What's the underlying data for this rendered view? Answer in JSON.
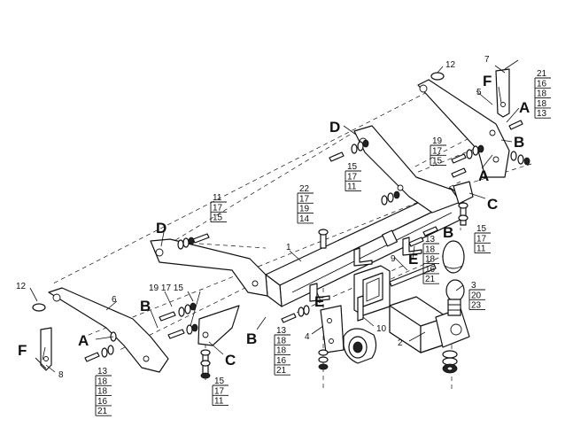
{
  "parts": {
    "p1": "1",
    "p2": "2",
    "p3": "3",
    "p4": "4",
    "p5": "5",
    "p6": "6",
    "p7": "7",
    "p8": "8",
    "p9": "9",
    "p10": "10",
    "p12a": "12",
    "p12b": "12"
  },
  "letters": {
    "A": "A",
    "B": "B",
    "C": "C",
    "D": "D",
    "E": "E",
    "F": "F"
  },
  "stacks": {
    "s_top_right": [
      "21",
      "16",
      "18",
      "18",
      "13"
    ],
    "s_19_17_15": [
      "19",
      "17",
      "15"
    ],
    "s_15_17_11_mid": [
      "15",
      "17",
      "11"
    ],
    "s_11_17_15": [
      "11",
      "17",
      "15"
    ],
    "s_22_17_19_14": [
      "22",
      "17",
      "19",
      "14"
    ],
    "s_15_17_11_right": [
      "15",
      "17",
      "11"
    ],
    "s_13_18_18_16_21_right": [
      "13",
      "18",
      "18",
      "16",
      "21"
    ],
    "s_3_20_23": [
      "3",
      "20",
      "23"
    ],
    "s_13_18_18_16_21_mid": [
      "13",
      "18",
      "18",
      "16",
      "21"
    ],
    "s_13_18_18_16_21_left": [
      "13",
      "18",
      "18",
      "16",
      "21"
    ],
    "s_15_17_11_bottom": [
      "15",
      "17",
      "11"
    ],
    "s_19_17_15_left": [
      "19",
      "17",
      "15"
    ]
  }
}
